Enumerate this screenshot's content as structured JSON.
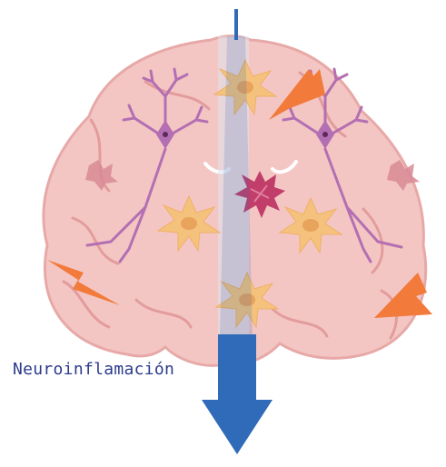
{
  "caption": "Neuroinflamación",
  "colors": {
    "brain_fill": "#f3c6c4",
    "brain_outline": "#e7a9a8",
    "fold_lines": "#e29c9b",
    "neuron": "#b46fb2",
    "astrocyte": "#f5c27d",
    "lesion": "#c23e6a",
    "lightning": "#f27a3a",
    "arrow": "#2f6bb8",
    "caption": "#2b3a8c"
  },
  "icons": [
    "brain",
    "neuron",
    "astrocyte",
    "lightning-bolt",
    "lesion",
    "down-arrow"
  ]
}
